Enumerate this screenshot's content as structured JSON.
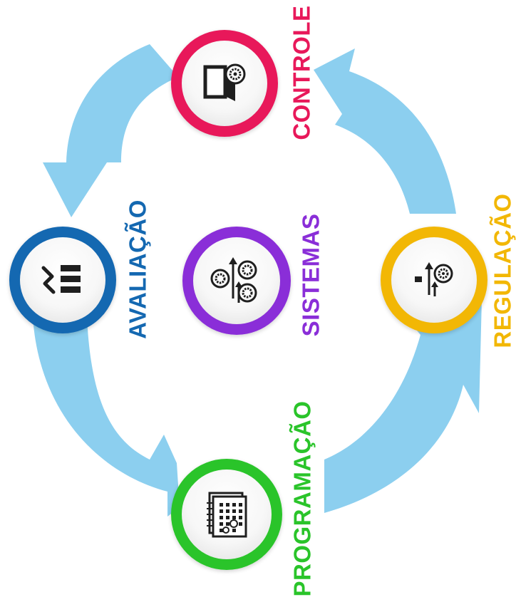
{
  "colors": {
    "arrow": "#8ccfef",
    "controle": "#e8185a",
    "avaliacao": "#1468b1",
    "sistemas": "#8a2ed8",
    "regulacao": "#f2b705",
    "programacao": "#2ac42a",
    "icon": "#1f1f1f"
  },
  "nodes": {
    "controle": {
      "label": "CONTROLE",
      "icon": "document-gear-icon"
    },
    "avaliacao": {
      "label": "AVALIAÇÃO",
      "icon": "list-checklist-icon"
    },
    "sistemas": {
      "label": "SISTEMAS",
      "icon": "gears-arrows-icon"
    },
    "regulacao": {
      "label": "REGULAÇÃO",
      "icon": "regulate-gear-icon"
    },
    "programacao": {
      "label": "PROGRAMAÇÃO",
      "icon": "calendar-planner-icon"
    }
  }
}
